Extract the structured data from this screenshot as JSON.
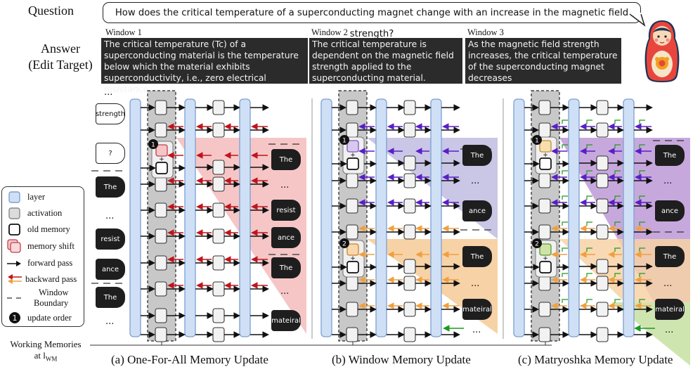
{
  "question_label": "Question",
  "question_text": "How does the critical temperature of a superconducting magnet change with an increase in the magnetic field strength?",
  "answer_label_1": "Answer",
  "answer_label_2": "(Edit Target)",
  "windows": [
    {
      "title": "Window 1",
      "text": "The critical temperature (Tc) of a superconducting material is the temperature below which the material exhibits superconductivity, i.e., zero electrical resistance."
    },
    {
      "title": "Window 2",
      "text": "The critical temperature is dependent on the magnetic field strength applied to the superconducting material."
    },
    {
      "title": "Window 3",
      "text": "As the magnetic field strength increases, the critical temperature of the superconducting magnet decreases"
    }
  ],
  "input_tokens": [
    "...",
    "strength",
    "?",
    "The",
    "...",
    "resist",
    "ance",
    "The",
    "..."
  ],
  "panel_tokens": {
    "a": [
      "The",
      "...",
      "resist",
      "ance",
      "The",
      "...",
      "mateiral"
    ],
    "b": [
      "The",
      "...",
      "ance",
      "The",
      "...",
      "mateiral",
      "..."
    ],
    "c": [
      "The",
      "...",
      "ance",
      "The",
      "...",
      "mateiral",
      "..."
    ]
  },
  "legend": {
    "layer": "layer",
    "activation": "activation",
    "old_memory": "old memory",
    "memory_shift": "memory shift",
    "forward_pass": "forward pass",
    "backward_pass": "backward pass",
    "window_boundary_1": "Window",
    "window_boundary_2": "Boundary",
    "update_order": "update order"
  },
  "order_labels": [
    "1",
    "2"
  ],
  "captions": {
    "a": "(a) One-For-All Memory Update",
    "b": "(b) Window Memory Update",
    "c": "(c) Matryoshka Memory Update"
  },
  "wm_label_1": "Working Memories",
  "wm_label_2": "at l",
  "wm_label_sub": "WM",
  "colors": {
    "red": "#c0141c",
    "purple": "#5a1ec8",
    "orange": "#f0a040",
    "green": "#1e9a1e",
    "layer_fill": "#cfe0f6",
    "layer_stroke": "#7d9fd0",
    "pink_region": "#f6c6c6",
    "purple_region": "#c9c6e6",
    "orange_region": "#f7d2a6",
    "green_region": "#cfe5b0",
    "matryoshka_purple": "#c7a8dc"
  },
  "icon": "matryoshka-doll-icon"
}
